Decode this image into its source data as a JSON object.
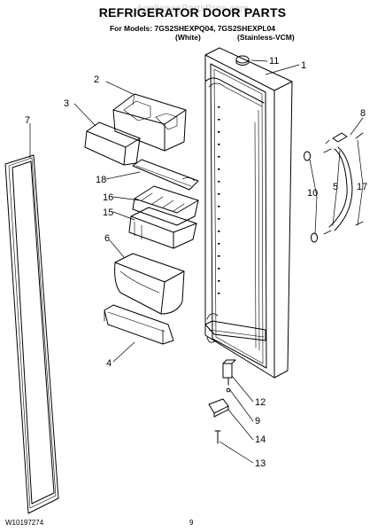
{
  "header": {
    "title": "REFRIGERATOR DOOR PARTS",
    "watermark": "AppliancePartsPros.com",
    "models_line": "For Models: 7GS2SHEXPQ04, 7GS2SHEXPL04",
    "variant_white": "(White)",
    "variant_stainless": "(Stainless-VCM)"
  },
  "callouts": {
    "c1": "1",
    "c2": "2",
    "c3": "3",
    "c4": "4",
    "c5": "5",
    "c6": "6",
    "c7": "7",
    "c8": "8",
    "c9": "9",
    "c10": "10",
    "c11": "11",
    "c12": "12",
    "c13": "13",
    "c14": "14",
    "c15": "15",
    "c16": "16",
    "c17": "17",
    "c18": "18"
  },
  "footer": {
    "part_number": "W10197274",
    "page_number": "9"
  }
}
